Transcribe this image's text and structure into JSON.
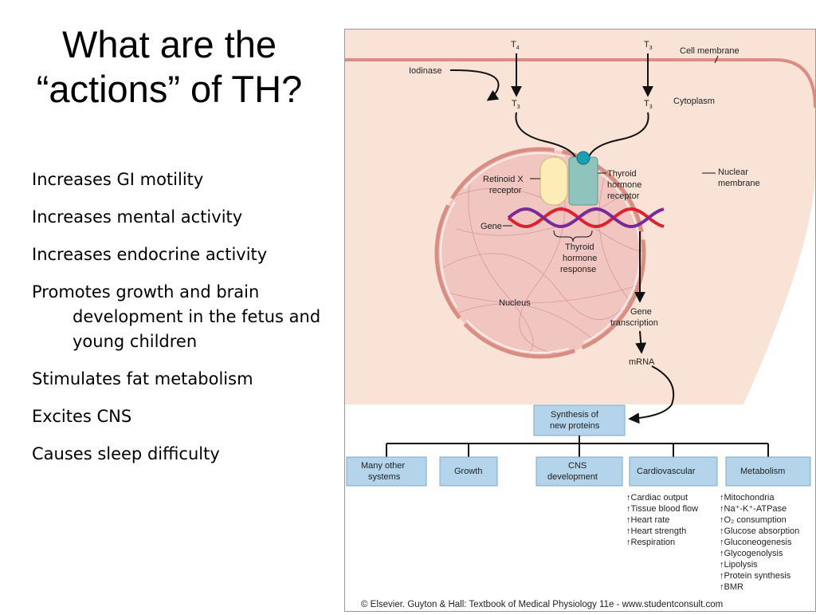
{
  "slide": {
    "title_line1": "What are the",
    "title_line2": "“actions” of TH?",
    "bullets": [
      "Increases GI motility",
      "Increases mental activity",
      "Increases endocrine activity",
      "Promotes growth and brain development in the fetus and young children",
      "Stimulates fat metabolism",
      "Excites CNS",
      "Causes sleep difficulty"
    ]
  },
  "figure": {
    "t4": "T",
    "t4_sub": "4",
    "t3": "T",
    "t3_sub": "3",
    "cell_membrane": "Cell membrane",
    "iodinase": "Iodinase",
    "cytoplasm": "Cytoplasm",
    "retinoid_line1": "Retinoid X",
    "retinoid_line2": "receptor",
    "thyroid_receptor_line1": "Thyroid",
    "thyroid_receptor_line2": "hormone",
    "thyroid_receptor_line3": "receptor",
    "nuclear_line1": "Nuclear",
    "nuclear_line2": "membrane",
    "gene": "Gene",
    "response_line1": "Thyroid",
    "response_line2": "hormone",
    "response_line3": "response",
    "nucleus": "Nucleus",
    "gene_transcription_line1": "Gene",
    "gene_transcription_line2": "transcription",
    "mrna": "mRNA",
    "synthesis_line1": "Synthesis of",
    "synthesis_line2": "new proteins",
    "boxes": {
      "many_line1": "Many other",
      "many_line2": "systems",
      "growth": "Growth",
      "cns_line1": "CNS",
      "cns_line2": "development",
      "cardio": "Cardiovascular",
      "metab": "Metabolism"
    },
    "cardio_effects": [
      "↑Cardiac output",
      "↑Tissue blood flow",
      "↑Heart rate",
      "↑Heart strength",
      "↑Respiration"
    ],
    "metab_effects": [
      "↑Mitochondria",
      "↑Na⁺-K⁺-ATPase",
      "↑O₂ consumption",
      "↑Glucose absorption",
      "↑Gluconeogenesis",
      "↑Glycogenolysis",
      "↑Lipolysis",
      "↑Protein synthesis",
      "↑BMR"
    ],
    "copyright": "© Elsevier. Guyton & Hall: Textbook of Medical Physiology 11e - www.studentconsult.com"
  },
  "colors": {
    "cell_fill": "#f9e3d6",
    "nucleus_fill": "#f1c6c0",
    "membrane": "#d98e84",
    "box_fill": "#b3d4ea",
    "receptor_teal": "#8fc4bc",
    "retinoid_yellow": "#fbedb5",
    "dna_red": "#e0202f",
    "dna_purple": "#7a2a98"
  }
}
